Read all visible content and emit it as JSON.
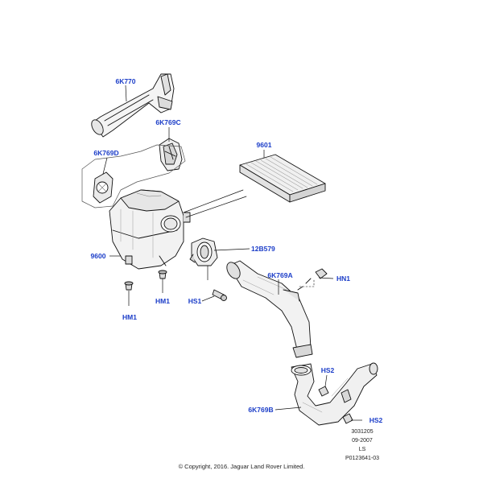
{
  "callout_color": "#1a3cc8",
  "line_color": "#111111",
  "parts": [
    {
      "id": "6K770",
      "label": "6K770",
      "icon": "air-intake-duct"
    },
    {
      "id": "6K769C",
      "label": "6K769C",
      "icon": "resonator-bracket"
    },
    {
      "id": "6K769D",
      "label": "6K769D",
      "icon": "intake-seal"
    },
    {
      "id": "9601",
      "label": "9601",
      "icon": "air-filter-element"
    },
    {
      "id": "9600",
      "label": "9600",
      "icon": "air-cleaner-housing"
    },
    {
      "id": "12B579",
      "label": "12B579",
      "icon": "mass-air-flow-sensor"
    },
    {
      "id": "6K769A",
      "label": "6K769A",
      "icon": "air-outlet-hose"
    },
    {
      "id": "HN1",
      "label": "HN1",
      "icon": "nut"
    },
    {
      "id": "HS1",
      "label": "HS1",
      "icon": "screw"
    },
    {
      "id": "HM1a",
      "label": "HM1",
      "icon": "grommet"
    },
    {
      "id": "HM1b",
      "label": "HM1",
      "icon": "grommet"
    },
    {
      "id": "HS2a",
      "label": "HS2",
      "icon": "screw"
    },
    {
      "id": "6K769B",
      "label": "6K769B",
      "icon": "air-outlet-hose-lower"
    },
    {
      "id": "HS2b",
      "label": "HS2",
      "icon": "screw"
    }
  ],
  "meta": {
    "ref_number": "3031205",
    "date": "09-2007",
    "code": "LS",
    "illustration_id": "P0123641-03",
    "copyright": "© Copyright, 2016. Jaguar Land Rover Limited."
  }
}
